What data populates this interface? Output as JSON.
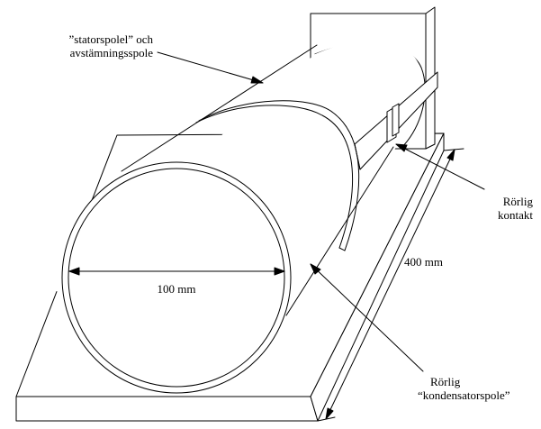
{
  "labels": {
    "stator_coil": [
      "”statorspolel” och",
      "avstämningsspole"
    ],
    "moving_contact": [
      "Rörlig",
      "kontakt"
    ],
    "length": "400 mm",
    "diameter": "100 mm",
    "capacitor_coil": [
      "Rörlig",
      "“kondensatorspole”"
    ]
  },
  "colors": {
    "line": "#000000",
    "background": "#ffffff"
  }
}
